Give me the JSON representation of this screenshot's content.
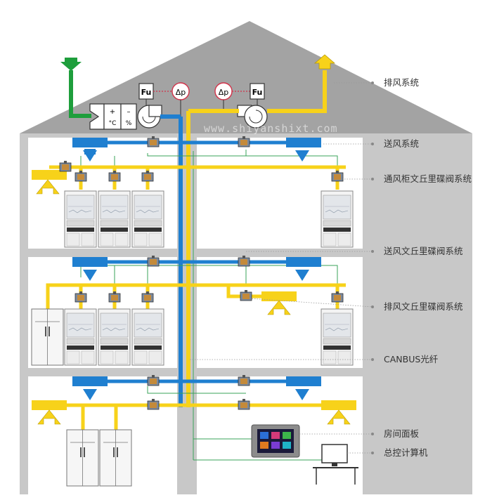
{
  "labels": {
    "exhaust_system": "排风系统",
    "supply_system": "送风系统",
    "fume_hood_valve": "通风柜文丘里碟阀系统",
    "supply_valve": "送风文丘里碟阀系统",
    "exhaust_valve": "排风文丘里碟阀系统",
    "canbus": "CANBUS光纤",
    "room_panel": "房间面板",
    "master_pc": "总控计算机"
  },
  "symbols": {
    "fu": "Fu",
    "delta_p": "Δp",
    "plus": "+",
    "celsius": "°C",
    "minus": "–",
    "percent": "%"
  },
  "watermark": "www.shiyanshixt.com",
  "colors": {
    "supply_blue": "#1f7fd0",
    "exhaust_yellow": "#f7d21a",
    "signal_green": "#3aa35a",
    "intake_green": "#1e9e3c",
    "roof_gray": "#a3a3a3",
    "wall_gray": "#c8c8c8",
    "red_dotted": "#d1324a"
  }
}
